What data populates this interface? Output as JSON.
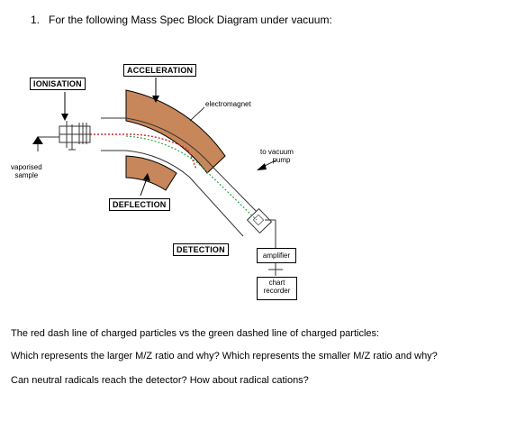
{
  "question": {
    "number": "1.",
    "title": "For the following Mass Spec Block Diagram under vacuum:"
  },
  "diagram": {
    "ionisation_label": "IONISATION",
    "acceleration_label": "ACCELERATION",
    "deflection_label": "DEFLECTION",
    "detection_label": "DETECTION",
    "electromagnet_label": "electromagnet",
    "vacuum_label_line1": "to vacuum",
    "vacuum_label_line2": "pump",
    "sample_label_line1": "vaporised",
    "sample_label_line2": "sample",
    "amplifier_label": "amplifier",
    "recorder_label_line1": "chart",
    "recorder_label_line2": "recorder",
    "colors": {
      "magnet": "#c8875a",
      "red_path": "#d22a2a",
      "green_path": "#2aa54a",
      "tube_outline": "#333333"
    }
  },
  "body_text": {
    "line1": "The red dash line of charged particles vs the green dashed line of charged particles:",
    "line2": "Which represents the larger M/Z ratio and why?  Which represents the smaller M/Z ratio and why?",
    "line3": "Can neutral radicals reach the detector?  How about radical cations?"
  }
}
